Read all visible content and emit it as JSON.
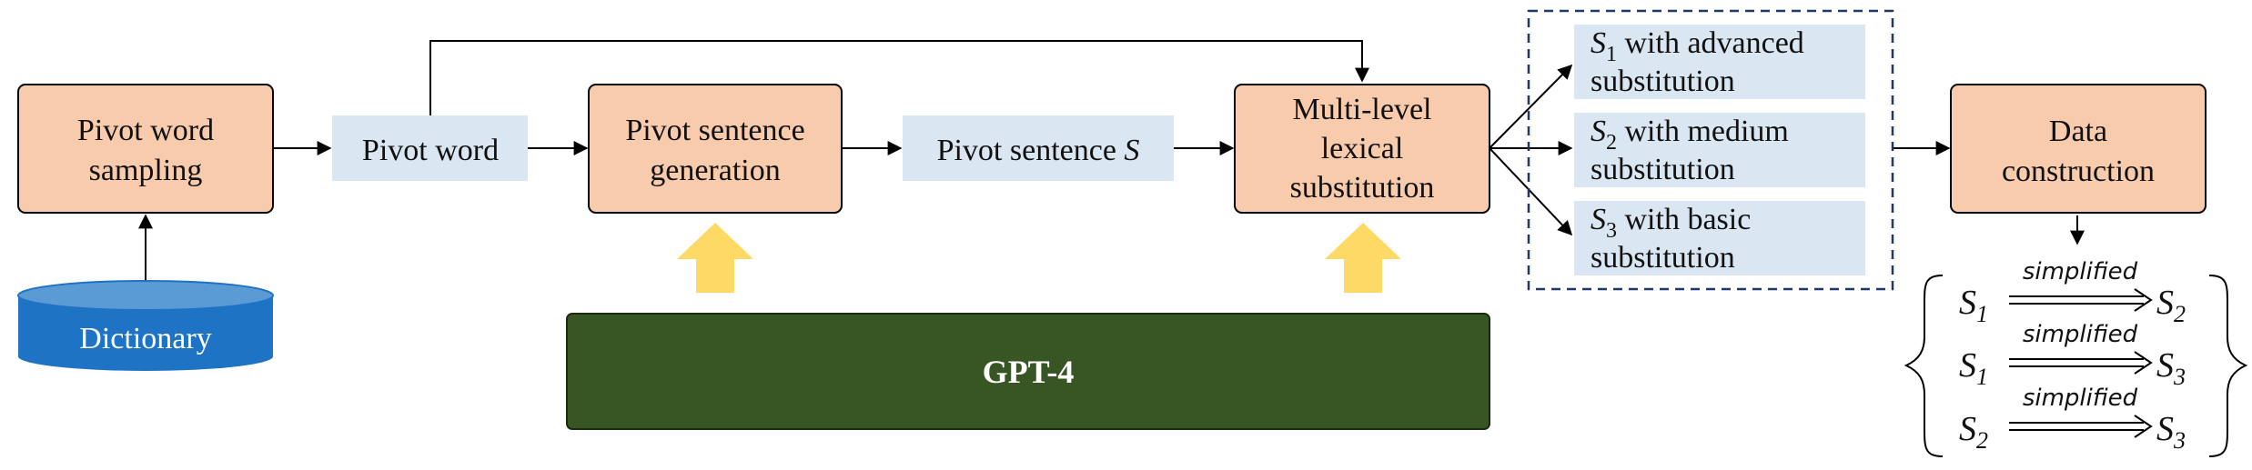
{
  "boxes": {
    "pivot_word_sampling": [
      "Pivot word",
      "sampling"
    ],
    "pivot_word": "Pivot word",
    "pivot_sentence_generation": [
      "Pivot sentence",
      "generation"
    ],
    "pivot_sentence": "Pivot sentence ",
    "pivot_sentence_var": "S",
    "multi_level": [
      "Multi-level",
      "lexical",
      "substitution"
    ],
    "data_construction": [
      "Data",
      "construction"
    ],
    "dictionary": "Dictionary",
    "gpt4": "GPT-4"
  },
  "outputs": [
    {
      "var": "S",
      "sub": "1",
      "line1": " with advanced",
      "line2": "substitution"
    },
    {
      "var": "S",
      "sub": "2",
      "line1": " with medium",
      "line2": "substitution"
    },
    {
      "var": "S",
      "sub": "3",
      "line1": " with basic",
      "line2": "substitution"
    }
  ],
  "relations": [
    {
      "left_var": "S",
      "left_sub": "1",
      "label": "simplified",
      "right_var": "S",
      "right_sub": "2"
    },
    {
      "left_var": "S",
      "left_sub": "1",
      "label": "simplified",
      "right_var": "S",
      "right_sub": "3"
    },
    {
      "left_var": "S",
      "left_sub": "2",
      "label": "simplified",
      "right_var": "S",
      "right_sub": "3"
    }
  ],
  "colors": {
    "process_fill": "#f8cbad",
    "intermediate_fill": "#dae6f2",
    "gpt_fill": "#375623",
    "dictionary_fill": "#1f73c4",
    "dictionary_top": "#5b9bd5",
    "arrow_up": "#ffd966",
    "dashed_border": "#1f3864"
  }
}
